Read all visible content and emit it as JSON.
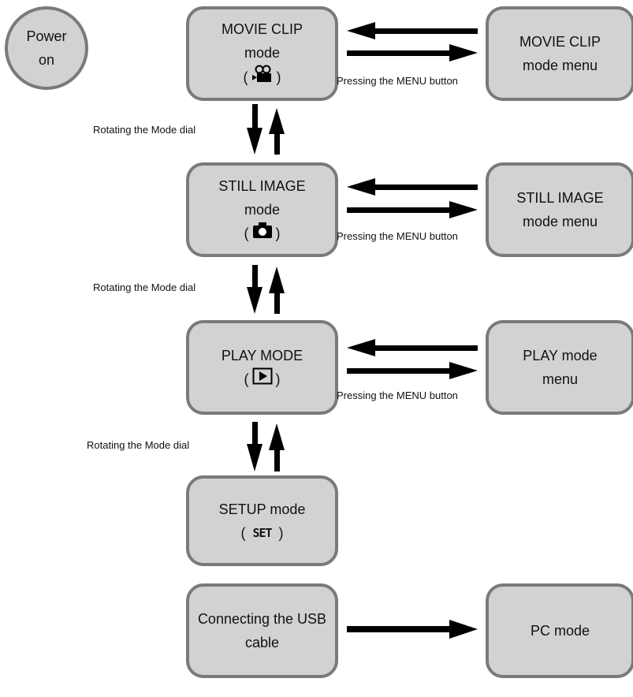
{
  "power_on": {
    "line1": "Power",
    "line2": "on"
  },
  "movie_clip_mode": {
    "line1": "MOVIE CLIP",
    "line2": "mode",
    "icon": "movie-camera-icon"
  },
  "movie_clip_menu": {
    "line1": "MOVIE CLIP",
    "line2": "mode menu"
  },
  "still_image_mode": {
    "line1": "STILL IMAGE",
    "line2": "mode",
    "icon": "camera-icon"
  },
  "still_image_menu": {
    "line1": "STILL IMAGE",
    "line2": "mode menu"
  },
  "play_mode": {
    "line1": "PLAY MODE",
    "icon": "play-icon"
  },
  "play_menu": {
    "line1": "PLAY mode",
    "line2": "menu"
  },
  "setup_mode": {
    "line1": "SETUP mode",
    "icon_text": "SET"
  },
  "usb": {
    "line1": "Connecting the USB",
    "line2": "cable"
  },
  "pc_mode": {
    "line1": "PC mode"
  },
  "labels": {
    "pressing_menu_1": "Pressing the MENU button",
    "pressing_menu_2": "Pressing the MENU button",
    "pressing_menu_3": "Pressing the MENU button",
    "rotating_dial_1": "Rotating the Mode dial",
    "rotating_dial_2": "Rotating the Mode dial",
    "rotating_dial_3": "Rotating the Mode dial"
  },
  "colors": {
    "box_fill": "#d2d2d2",
    "box_border": "#7a7a7a",
    "arrow": "#000000"
  }
}
